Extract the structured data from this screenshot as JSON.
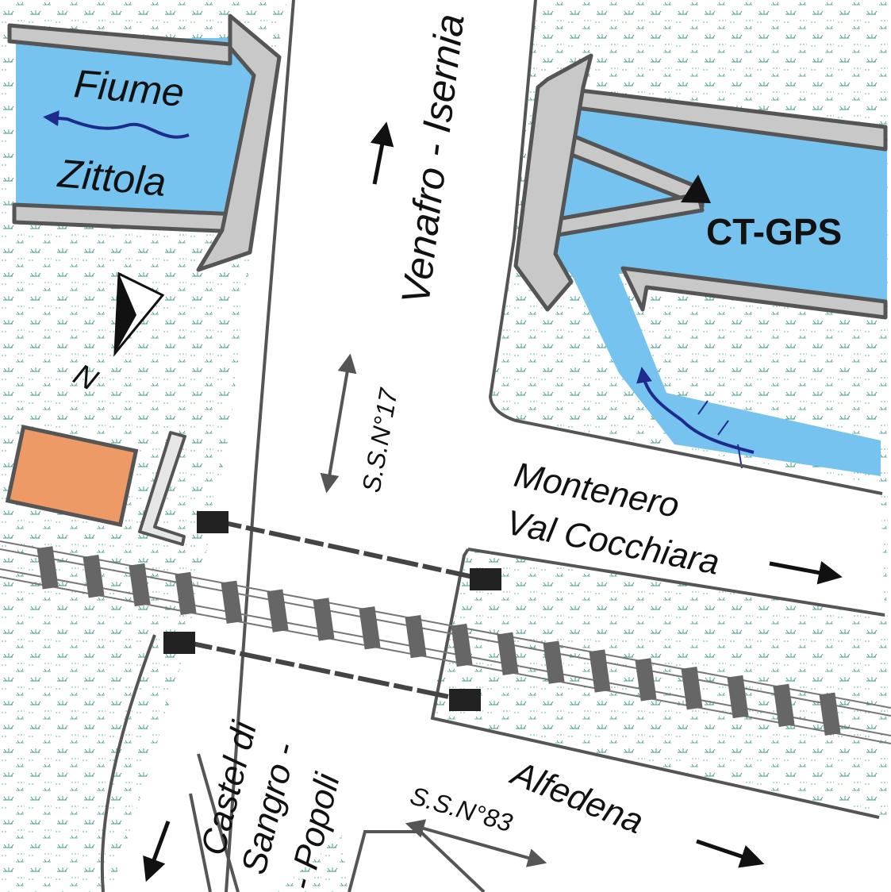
{
  "labels": {
    "river_top": "Fiume",
    "river_bottom": "Zittola",
    "station": "CT-GPS",
    "road_north": "Venafro - Isernia",
    "ss17": "S.S.N°17",
    "montenero_1": "Montenero",
    "montenero_2": "Val Cocchiara",
    "castel_1": "Castel di",
    "castel_2": "Sangro -",
    "castel_3": "- Popoli",
    "alfedena": "Alfedena",
    "ss83": "S.S.N°83",
    "north": "N"
  },
  "colors": {
    "water": "#75c3ee",
    "bridge_wall": "#c8c8c8",
    "outline": "#555555",
    "building": "#ee9a66",
    "marsh": "#3f9a8a",
    "stream": "#1e2b8c",
    "text": "#111111"
  }
}
